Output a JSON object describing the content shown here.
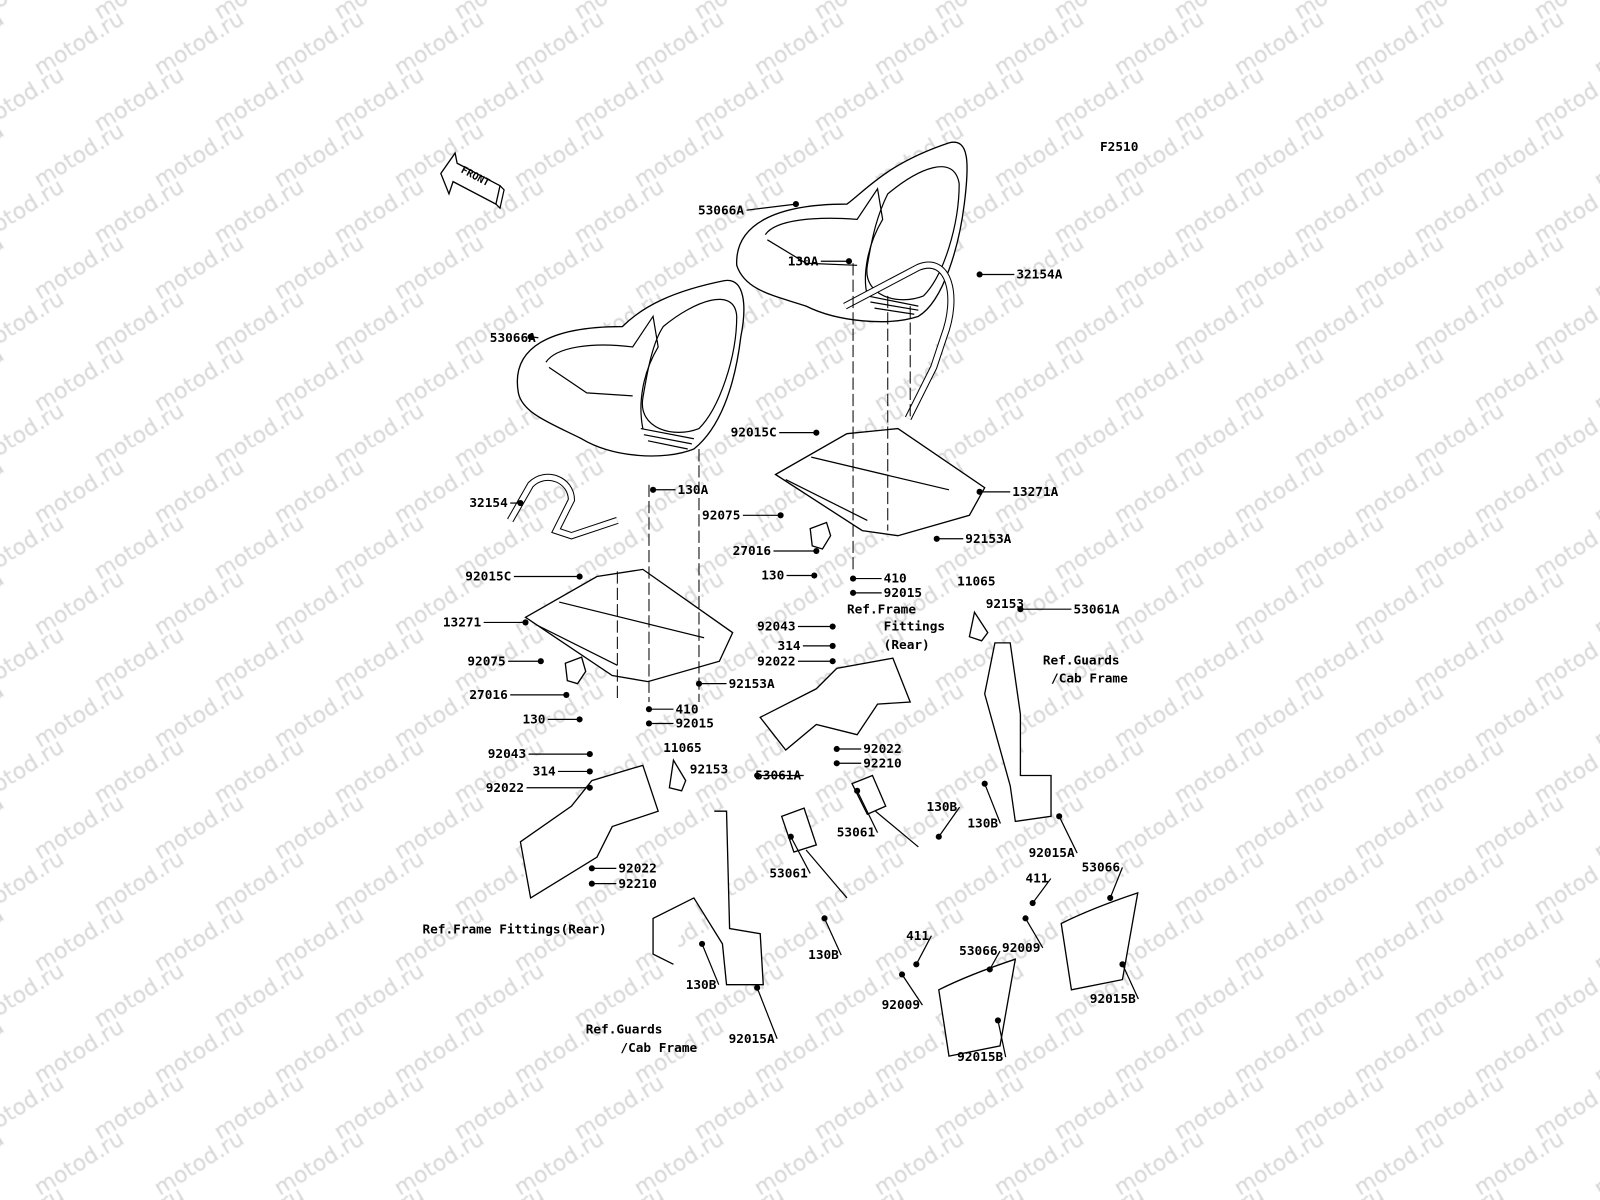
{
  "watermark": "motod.ru",
  "front_arrow": "FRONT",
  "diagram_code": "F2510",
  "labels": [
    "F2510",
    "53066A",
    "53066A",
    "130A",
    "32154A",
    "92015C",
    "130A",
    "32154",
    "92075",
    "13271A",
    "92153A",
    "27016",
    "130",
    "410",
    "92015",
    "Ref.Frame",
    "Fittings",
    "(Rear)",
    "11065",
    "92153",
    "53061A",
    "92015C",
    "13271",
    "92043",
    "314",
    "92022",
    "Ref.Guards",
    "/Cab Frame",
    "92075",
    "92153A",
    "27016",
    "410",
    "130",
    "92015",
    "11065",
    "92022",
    "92043",
    "92153",
    "53061A",
    "92210",
    "314",
    "92022",
    "130B",
    "130B",
    "53061",
    "92015A",
    "92022",
    "53061",
    "411",
    "53066",
    "92210",
    "Ref.Frame Fittings(Rear)",
    "411",
    "53066",
    "130B",
    "92009",
    "92015B",
    "130B",
    "92009",
    "Ref.Guards",
    "92015A",
    "/Cab Frame",
    "92015B"
  ]
}
